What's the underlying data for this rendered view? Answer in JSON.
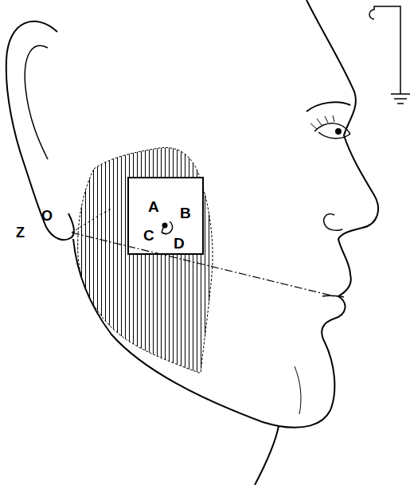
{
  "diagram": {
    "nodes": [
      {
        "text": [
          "A",
          "B",
          "C",
          "D"
        ]
      }
    ],
    "labels": [
      "O",
      "Z"
    ]
  }
}
